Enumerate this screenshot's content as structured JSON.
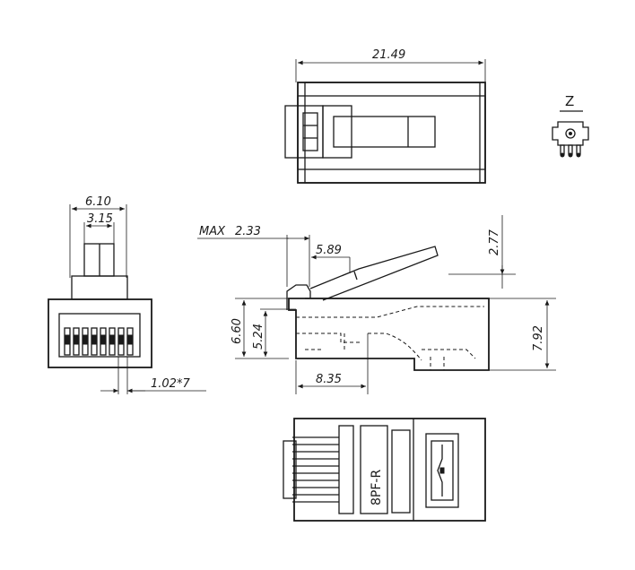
{
  "dimensions": {
    "overall_length": "21.49",
    "front_width": "6.10",
    "latch_width": "3.15",
    "pin_pitch": "1.02*7",
    "max_latch": "MAX",
    "max_latch_value": "2.33",
    "latch_offset": "5.89",
    "latch_height": "2.77",
    "body_height": "6.60",
    "contact_height": "5.24",
    "total_height": "7.92",
    "contact_depth": "8.35"
  },
  "view_label": "Z",
  "part_marking": "8PF-R"
}
